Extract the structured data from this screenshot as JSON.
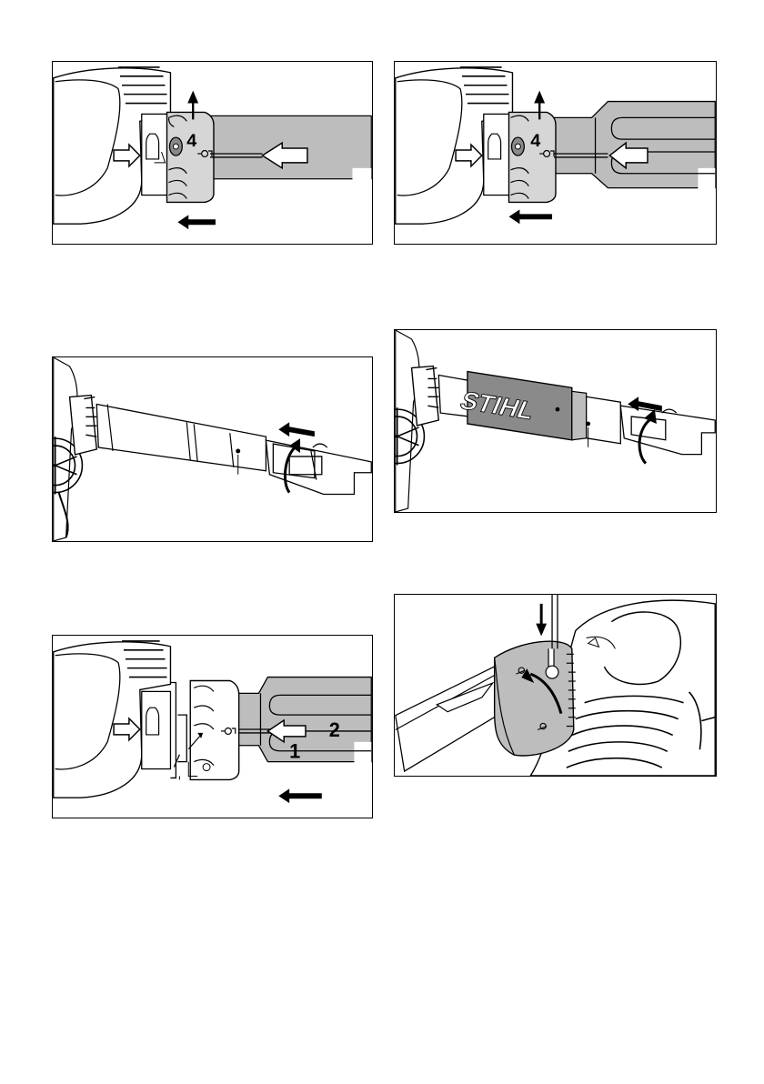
{
  "figures": [
    {
      "id": "fig-1",
      "labels": [
        "4"
      ]
    },
    {
      "id": "fig-2",
      "labels": [
        "4"
      ]
    },
    {
      "id": "fig-3",
      "labels": []
    },
    {
      "id": "fig-4",
      "labels": [],
      "brand_text": "STIHL"
    },
    {
      "id": "fig-5",
      "labels": [
        "2",
        "1"
      ]
    },
    {
      "id": "fig-6",
      "labels": []
    }
  ],
  "footer_text": "",
  "colors": {
    "gray_fill": "#bdbdbd",
    "dark_gray": "#8a8a8a",
    "line": "#000000",
    "paper": "#ffffff"
  }
}
